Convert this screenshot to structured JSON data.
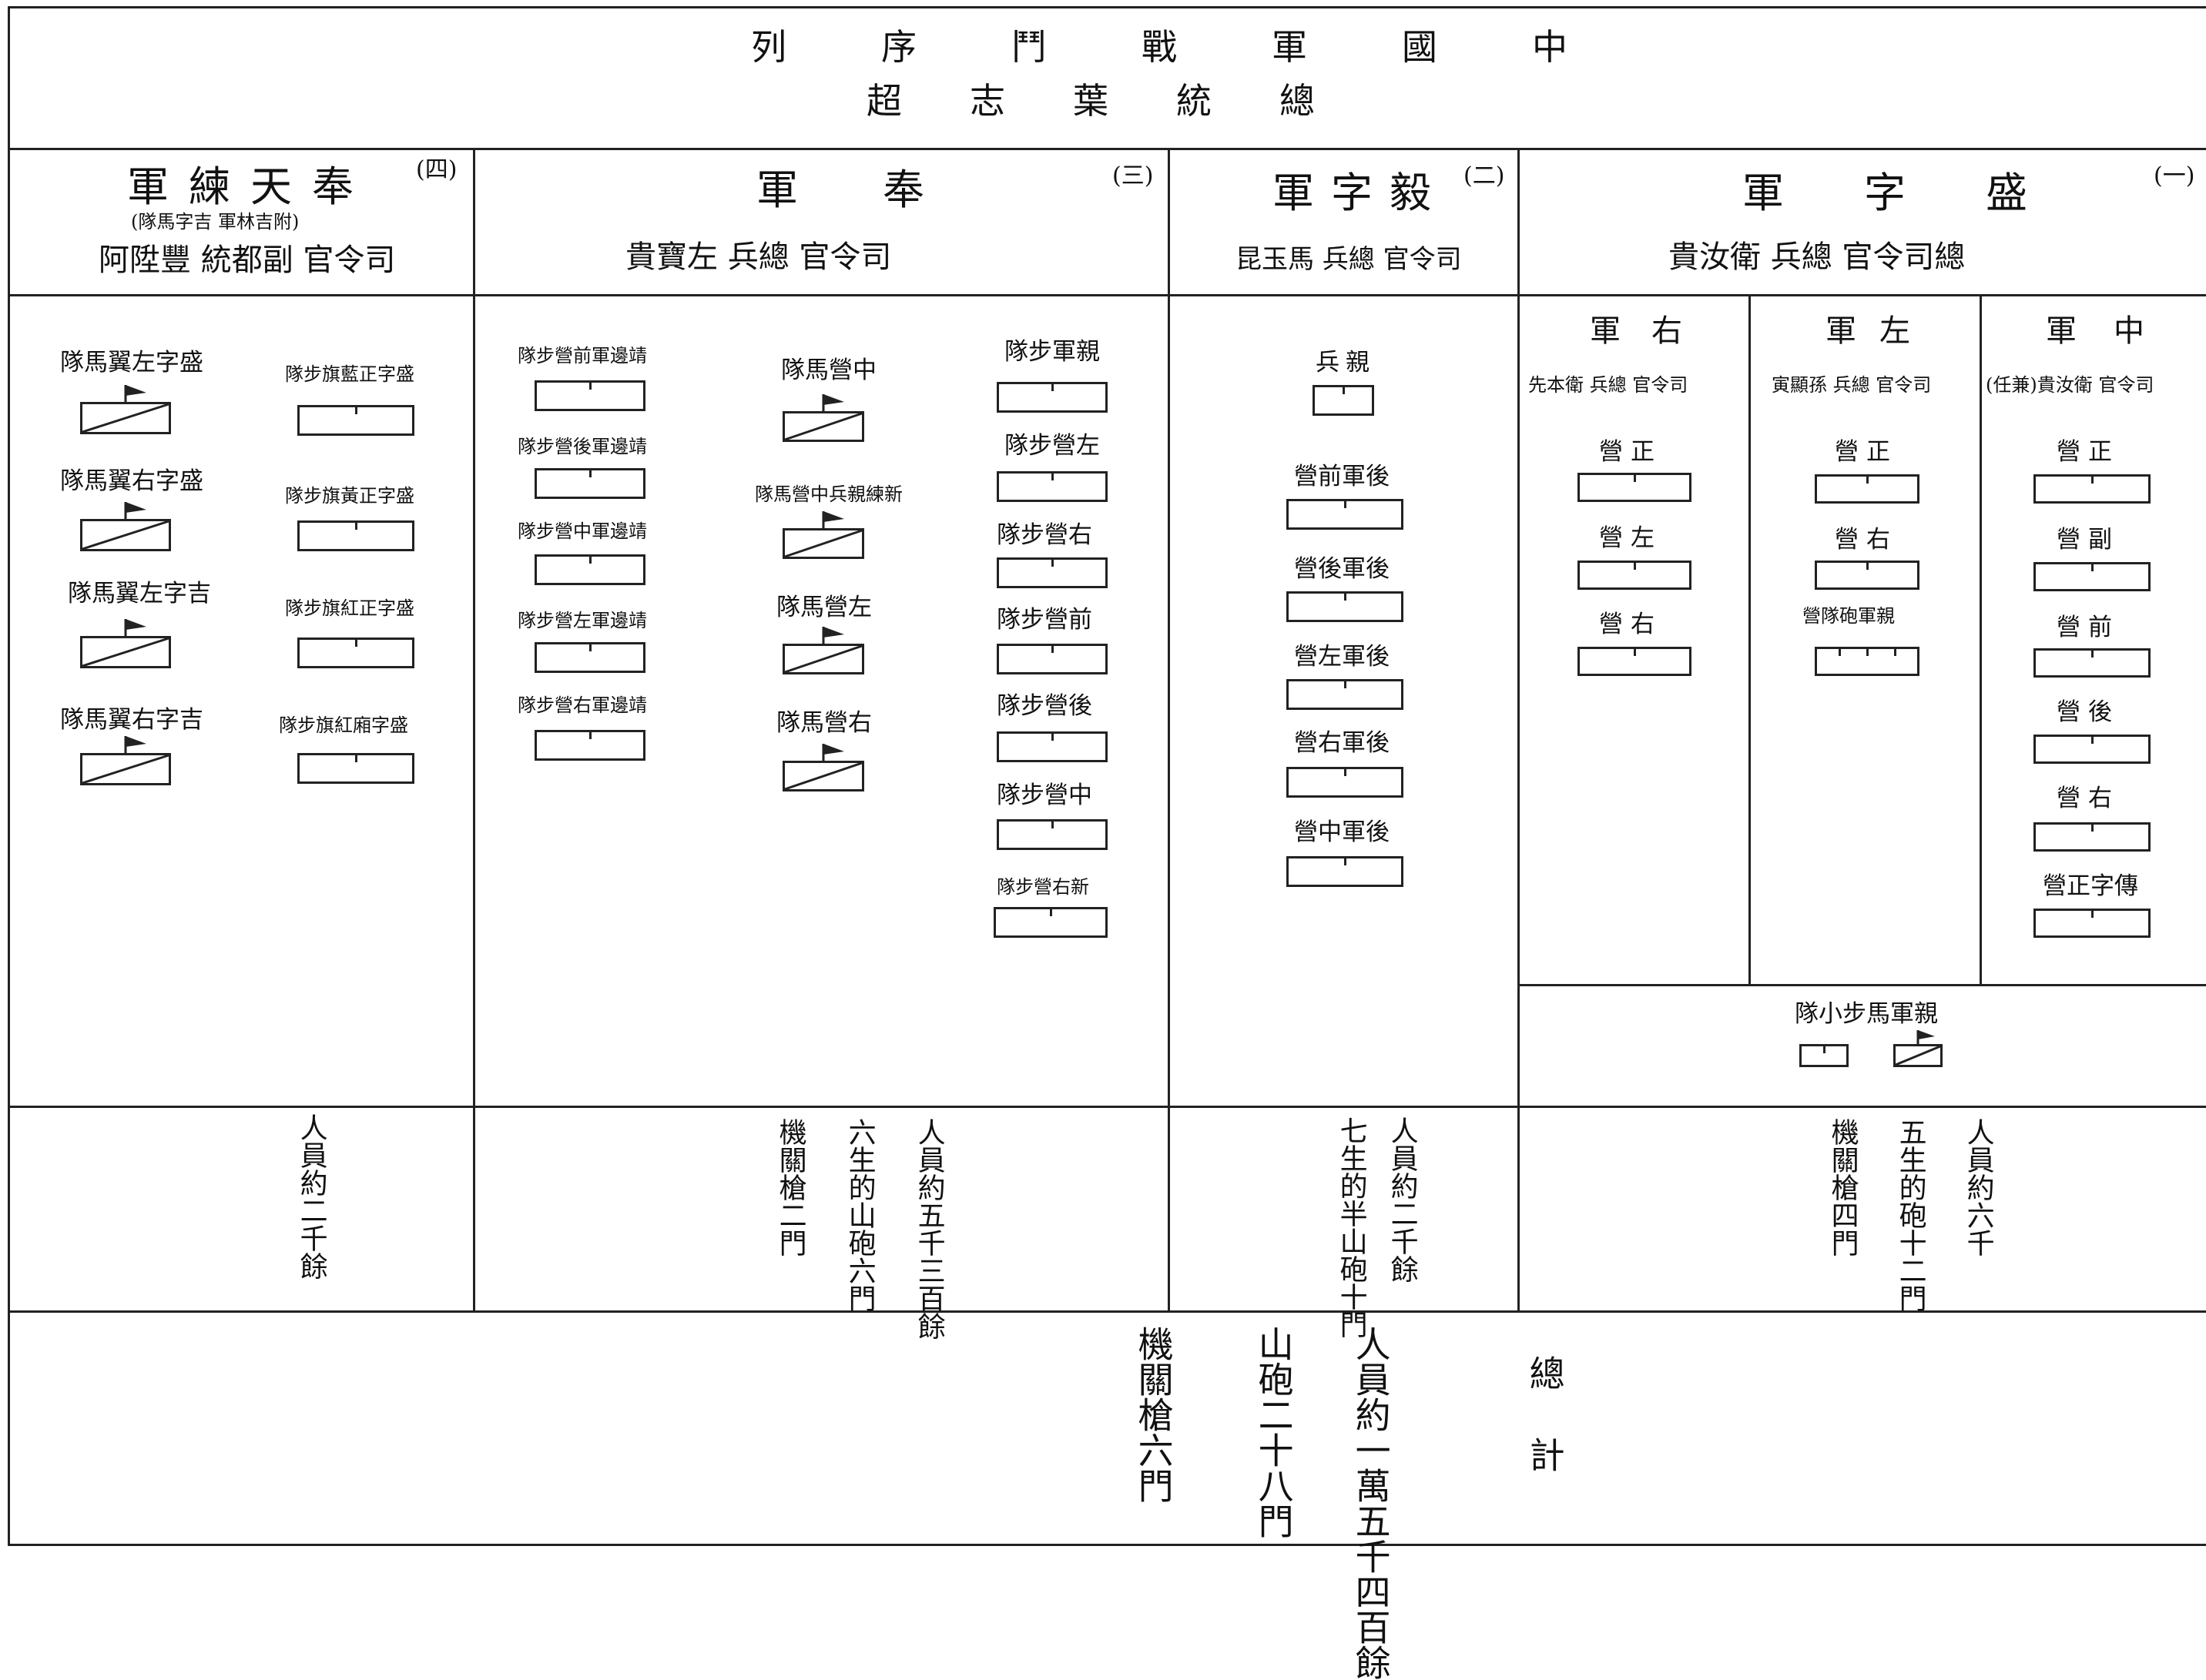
{
  "header": {
    "title": "中國軍戰鬥序列",
    "commander": "總統葉志超"
  },
  "armies": [
    {
      "num": "(一)",
      "name": "盛字軍",
      "commander": "總司令官 總兵 衛汝貴",
      "divisions": [
        {
          "name": "中軍",
          "commander": "司令官 衛汝貴(兼任)",
          "units": [
            "正營",
            "副營",
            "前營",
            "後營",
            "右營",
            "傳字正營"
          ]
        },
        {
          "name": "左軍",
          "commander": "司令官 總兵 孫顯寅",
          "units": [
            "正營",
            "右營",
            "親軍砲隊營"
          ]
        },
        {
          "name": "右軍",
          "commander": "司令官 總兵 衛本先",
          "units": [
            "正營",
            "左營",
            "右營"
          ]
        }
      ],
      "shared_unit": "親軍馬步小隊",
      "stats": [
        "人員約六千",
        "五生的砲十二門",
        "機關槍四門"
      ]
    },
    {
      "num": "(二)",
      "name": "毅字軍",
      "commander": "司令官 總兵 馬玉昆",
      "units": [
        "親兵",
        "後軍前營",
        "後軍後營",
        "後軍左營",
        "後軍右營",
        "後軍中營"
      ],
      "stats": [
        "人員約二千餘",
        "七生的半山砲十門"
      ]
    },
    {
      "num": "(三)",
      "name": "奉軍",
      "commander": "司令官 總兵 左寶貴",
      "col1": [
        "靖邊軍前營步隊",
        "靖邊軍後營步隊",
        "靖邊軍中營步隊",
        "靖邊軍左營步隊",
        "靖邊軍右營步隊"
      ],
      "col2": [
        "中營馬隊",
        "新練親兵中營馬隊",
        "左營馬隊",
        "右營馬隊"
      ],
      "col3": [
        "親軍步隊",
        "左營步隊",
        "右營步隊",
        "前營步隊",
        "後營步隊",
        "中營步隊",
        "新右營步隊"
      ],
      "stats": [
        "人員約五千三百餘",
        "六生的山砲六門",
        "機關槍二門"
      ]
    },
    {
      "num": "(四)",
      "name": "奉天練軍",
      "note": "(附吉林軍 吉字馬隊)",
      "commander": "司令官 副都統 豐陞阿",
      "cavalry": [
        "盛字左翼馬隊",
        "盛字右翼馬隊",
        "吉字左翼馬隊",
        "吉字右翼馬隊"
      ],
      "infantry": [
        "盛字正藍旗步隊",
        "盛字正黃旗步隊",
        "盛字正紅旗步隊",
        "盛字廂紅旗步隊"
      ],
      "stats": [
        "人員約二千餘"
      ]
    }
  ],
  "total": {
    "label": "總計",
    "items": [
      "人員約一萬五千四百餘",
      "山砲二十八門",
      "機關槍六門"
    ]
  },
  "colors": {
    "ink": "#222222",
    "paper": "#ffffff"
  }
}
